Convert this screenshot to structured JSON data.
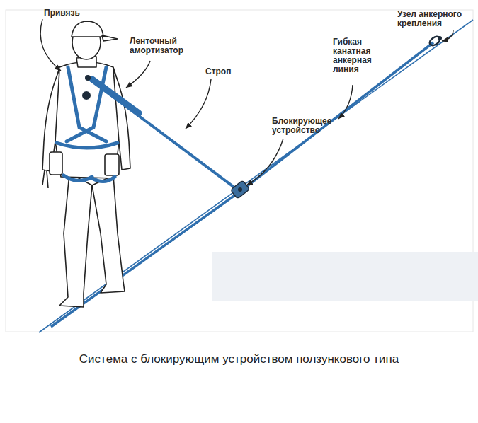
{
  "diagram": {
    "caption": "Система с блокирующим устройством ползункового типа",
    "labels": [
      "Привязь",
      "Ленточный амортизатор",
      "Строп",
      "Блокирующее устройство",
      "Гибкая канатная анкерная линия",
      "Узел анкерного крепления"
    ]
  }
}
